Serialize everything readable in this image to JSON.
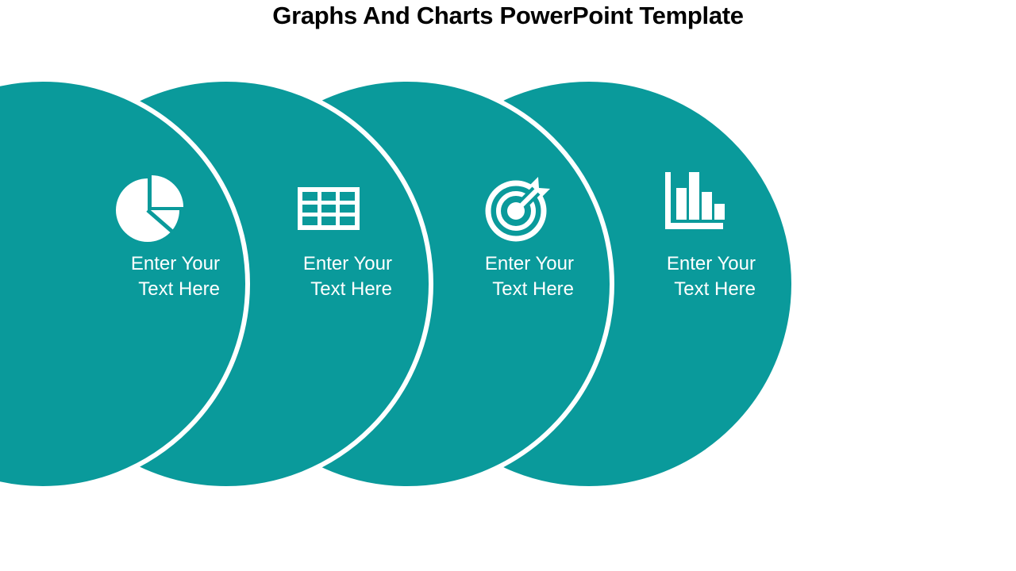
{
  "title": "Graphs And Charts PowerPoint Template",
  "theme": {
    "background": "#FFFFFF",
    "circle_fill": "#0A9A9B",
    "circle_outline": "#FFFFFF",
    "icon_color": "#FFFFFF",
    "text_color": "#FFFFFF",
    "title_color": "#000000"
  },
  "items": [
    {
      "icon": "pie-chart-icon",
      "line1": "Enter Your",
      "line2": "Text Here"
    },
    {
      "icon": "table-icon",
      "line1": "Enter Your",
      "line2": "Text Here"
    },
    {
      "icon": "target-arrow-icon",
      "line1": "Enter Your",
      "line2": "Text Here"
    },
    {
      "icon": "bar-chart-icon",
      "line1": "Enter Your",
      "line2": "Text Here"
    }
  ]
}
